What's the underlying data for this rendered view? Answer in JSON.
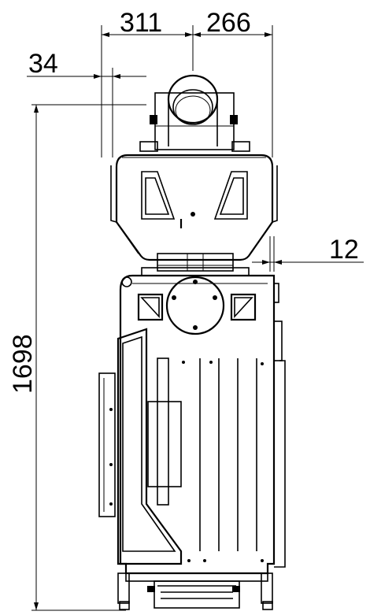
{
  "dimensions": {
    "top_left": "311",
    "top_right": "266",
    "offset": "34",
    "height": "1698",
    "gap": "12"
  }
}
